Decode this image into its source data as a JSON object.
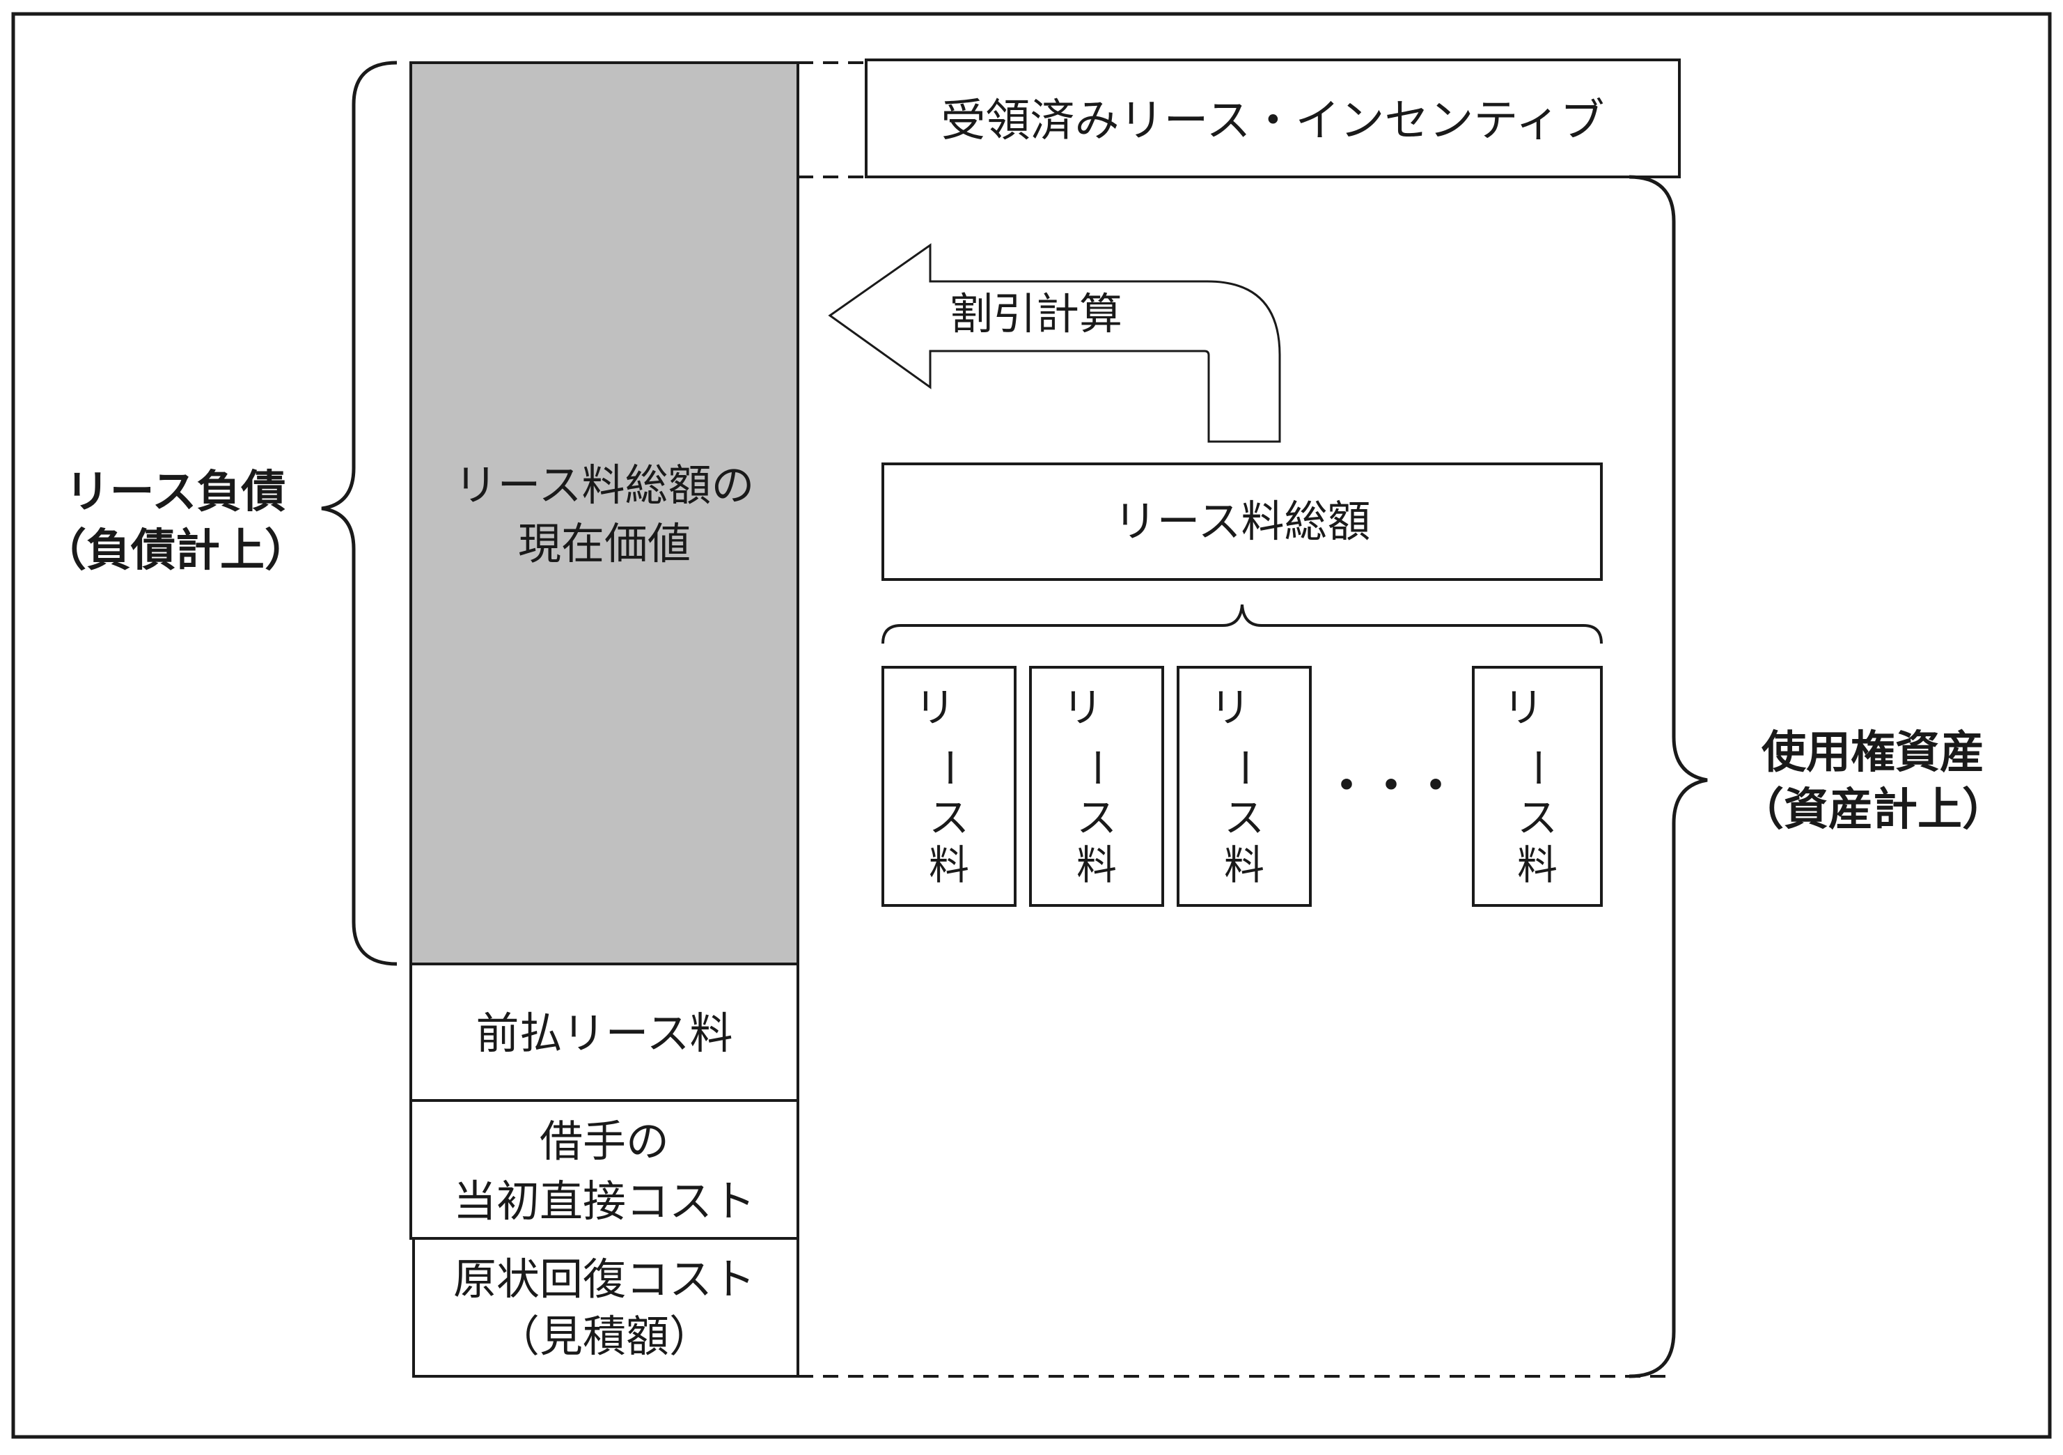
{
  "liability_label": {
    "line1": "リース負債",
    "line2": "（負債計上）"
  },
  "asset_label": {
    "line1": "使用権資産",
    "line2": "（資産計上）"
  },
  "incentive_box": "受領済みリース・インセンティブ",
  "pv_box": {
    "line1": "リース料総額の",
    "line2": "現在価値"
  },
  "discount_arrow_label": "割引計算",
  "total_box": "リース料総額",
  "payment_boxes": [
    {
      "chars": [
        "リ",
        "ー",
        "ス",
        "料"
      ]
    },
    {
      "chars": [
        "リ",
        "ー",
        "ス",
        "料"
      ]
    },
    {
      "chars": [
        "リ",
        "ー",
        "ス",
        "料"
      ]
    },
    {
      "chars": [
        "リ",
        "ー",
        "ス",
        "料"
      ]
    }
  ],
  "ellipsis": "・・・",
  "prepaid_box": "前払リース料",
  "direct_cost_box": {
    "line1": "借手の",
    "line2": "当初直接コスト"
  },
  "restoration_box": {
    "line1": "原状回復コスト",
    "line2": "（見積額）"
  },
  "colors": {
    "shaded_fill": "#c0c0c0",
    "line": "#1a1a1a",
    "background": "#ffffff"
  }
}
